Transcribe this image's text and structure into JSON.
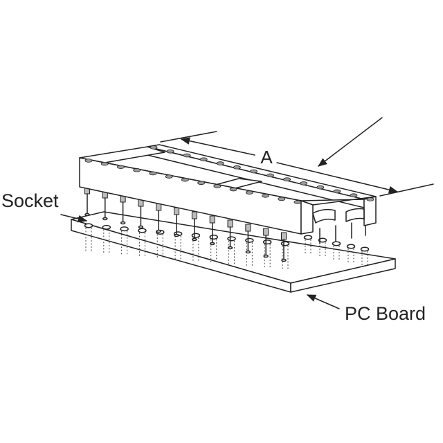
{
  "labels": {
    "socket": "Socket",
    "pc_board": "PC Board",
    "dimension": "A"
  },
  "colors": {
    "ink": "#222222",
    "hole": "#9a9a9a",
    "background": "#ffffff"
  }
}
